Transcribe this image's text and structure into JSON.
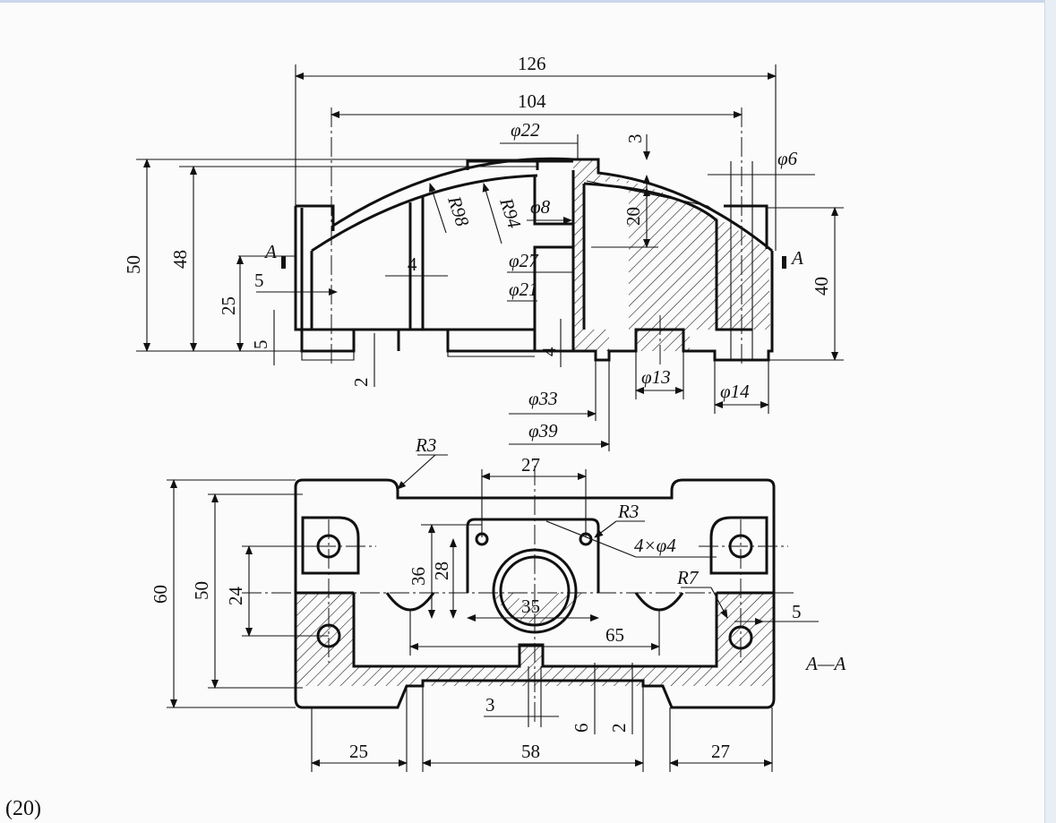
{
  "problem_number": "(20)",
  "section_label": "A—A",
  "cut_marker": "A",
  "front_view": {
    "d_126": "126",
    "d_104": "104",
    "d_phi22": "φ22",
    "d_3": "3",
    "d_phi6": "φ6",
    "d_phi8": "φ8",
    "d_20": "20",
    "d_R98": "R98",
    "d_R94": "R94",
    "d_50": "50",
    "d_48": "48",
    "d_4_rib": "4",
    "d_phi27": "φ27",
    "d_phi21": "φ21",
    "d_5_top": "5",
    "d_25": "25",
    "d_5_bot": "5",
    "d_40": "40",
    "d_4_base": "4",
    "d_2": "2",
    "d_phi13": "φ13",
    "d_phi14": "φ14",
    "d_phi33": "φ33",
    "d_phi39": "φ39"
  },
  "section_view": {
    "d_R3_top": "R3",
    "d_27_top": "27",
    "d_R3_hole": "R3",
    "d_4xphi4": "4×φ4",
    "d_R7": "R7",
    "d_5": "5",
    "d_60": "60",
    "d_50": "50",
    "d_24": "24",
    "d_36": "36",
    "d_28": "28",
    "d_35": "35",
    "d_65": "65",
    "d_3": "3",
    "d_6": "6",
    "d_2": "2",
    "d_25": "25",
    "d_58": "58",
    "d_27_bot": "27"
  }
}
